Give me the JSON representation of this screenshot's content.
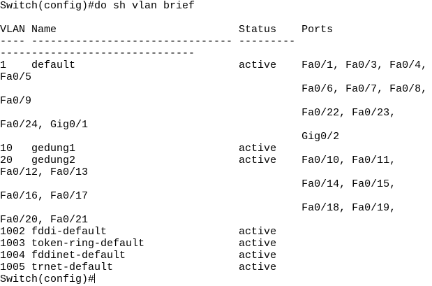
{
  "terminal": {
    "command_line": "Switch(config)#do sh vlan brief",
    "header": "VLAN Name                             Status    Ports",
    "separator_1": "---- -------------------------------- --------- ",
    "separator_2": "-------------------------------",
    "output_lines": [
      "1    default                          active    Fa0/1, Fa0/3, Fa0/4,",
      "Fa0/5",
      "                                                Fa0/6, Fa0/7, Fa0/8,",
      "Fa0/9",
      "                                                Fa0/22, Fa0/23,",
      "Fa0/24, Gig0/1",
      "                                                Gig0/2",
      "10   gedung1                          active    ",
      "20   gedung2                          active    Fa0/10, Fa0/11,",
      "Fa0/12, Fa0/13",
      "                                                Fa0/14, Fa0/15,",
      "Fa0/16, Fa0/17",
      "                                                Fa0/18, Fa0/19,",
      "Fa0/20, Fa0/21",
      "1002 fddi-default                     active    ",
      "1003 token-ring-default               active    ",
      "1004 fddinet-default                  active    ",
      "1005 trnet-default                    active    "
    ],
    "prompt": "Switch(config)#"
  }
}
